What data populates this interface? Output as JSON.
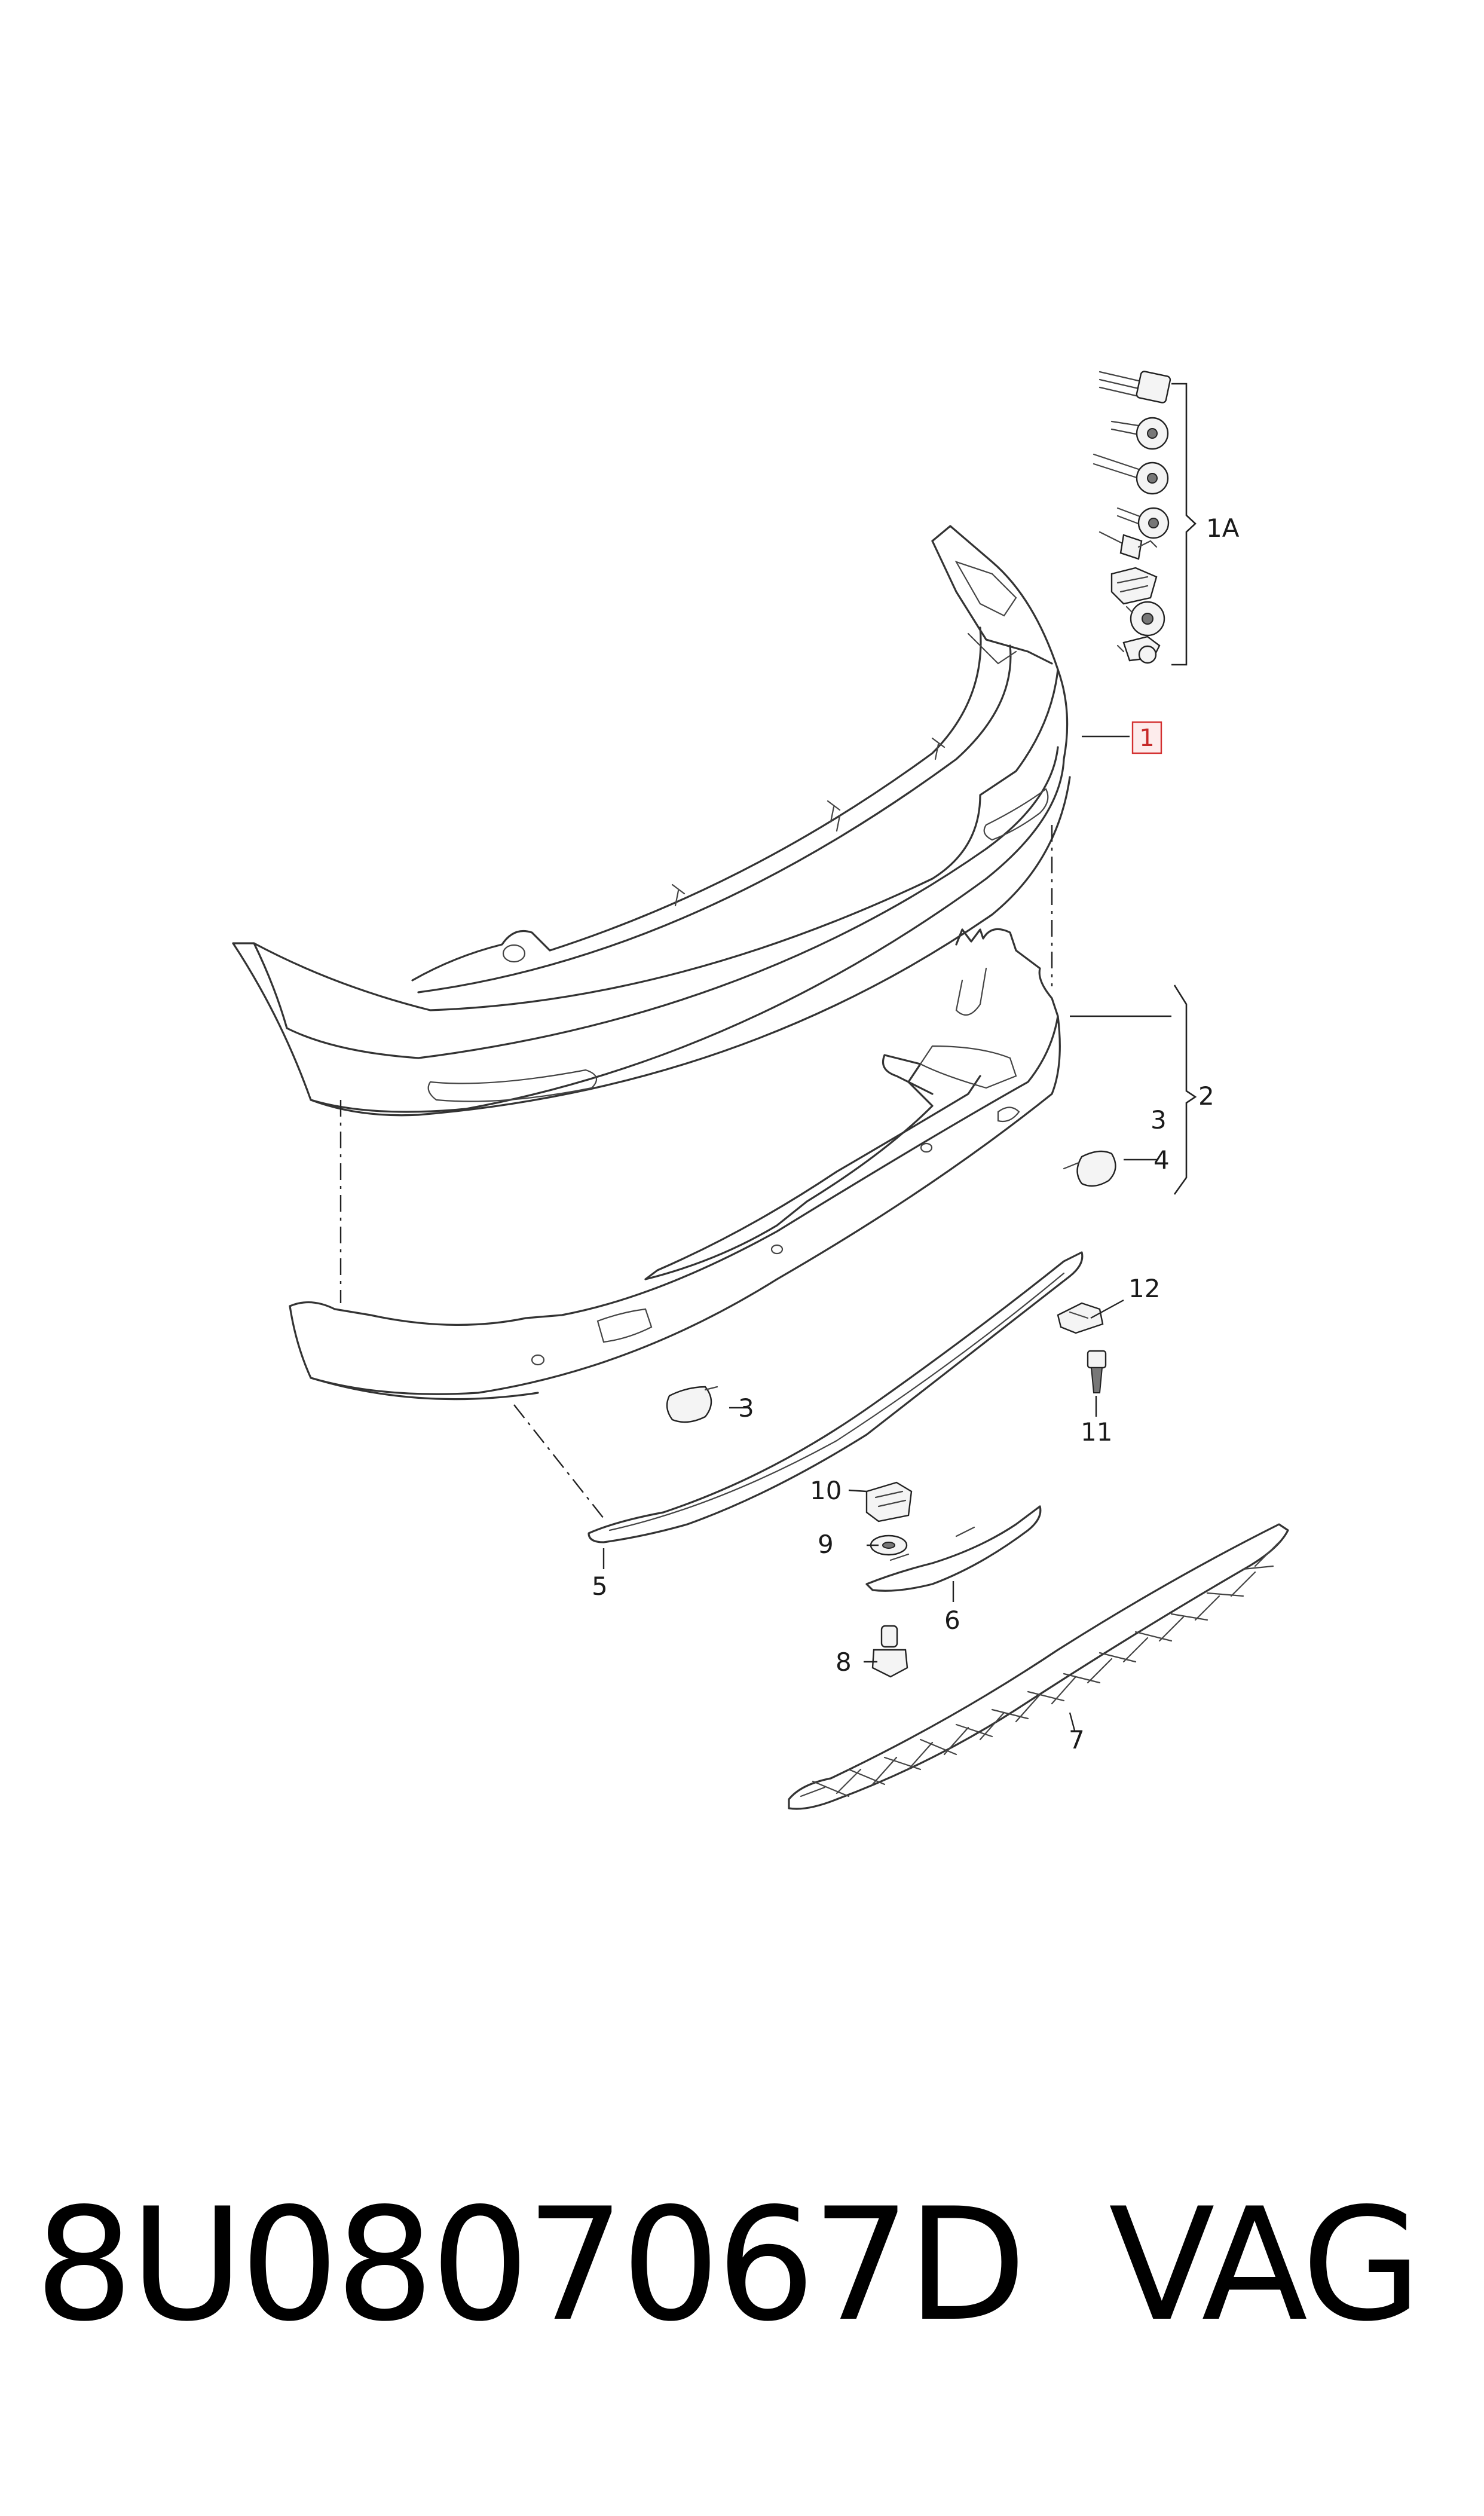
{
  "callouts": {
    "c1": "1",
    "c1a": "1A",
    "c2": "2",
    "c3a": "3",
    "c3b": "3",
    "c4": "4",
    "c5": "5",
    "c6": "6",
    "c7": "7",
    "c8": "8",
    "c9": "9",
    "c10": "10",
    "c11": "11",
    "c12": "12"
  },
  "footer": {
    "part_number": "8U0807067D",
    "brand": "VAG"
  },
  "colors": {
    "line": "#333333",
    "highlight_box": "#d32f2f",
    "text": "#000000"
  }
}
